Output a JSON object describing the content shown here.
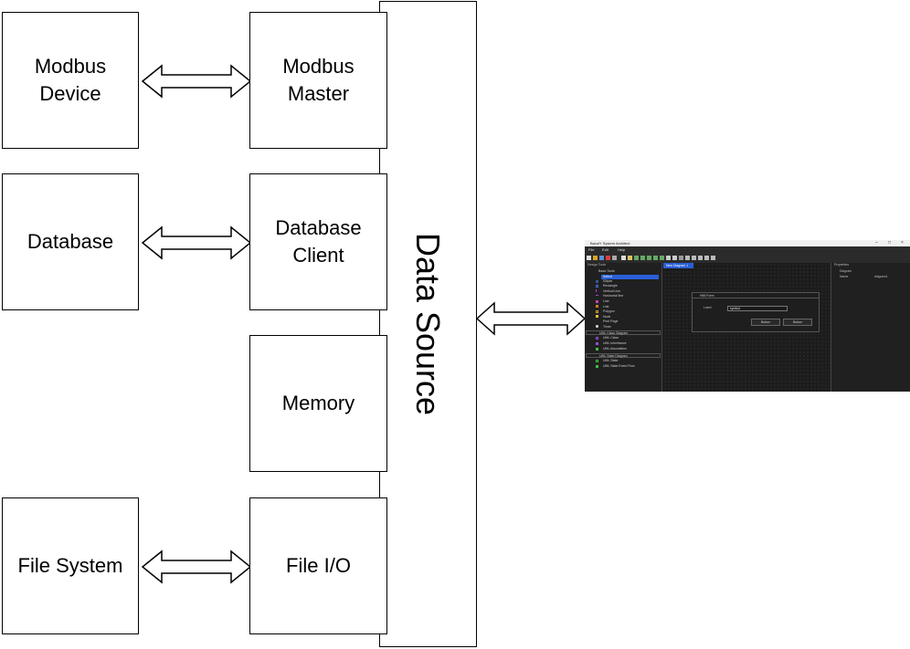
{
  "boxes": {
    "modbus_device": "Modbus\nDevice",
    "modbus_master": "Modbus\nMaster",
    "database": "Database",
    "database_client": "Database\nClient",
    "memory": "Memory",
    "file_system": "File System",
    "file_io": "File I/O"
  },
  "data_source": "Data Source",
  "screenshot": {
    "window_title": "BaculY System Architect",
    "menu": [
      "File",
      "Edit",
      "Help"
    ],
    "left_panel_title": "Design Tools",
    "basic_tools_header": "Basic Tools",
    "basic_tools": [
      "Select",
      "Ellipse",
      "Rectangle",
      "Vertical Line",
      "Horizontal line",
      "Line",
      "Link",
      "Polygon",
      "Node",
      "Print Page",
      "Timer"
    ],
    "uml_class_header": "UML Class Diagram",
    "uml_class_items": [
      "UML Class",
      "UML Inheritance",
      "UML Association"
    ],
    "uml_state_header": "UML State Diagram",
    "uml_state_items": [
      "UML State",
      "UML State Event Flow"
    ],
    "tab_label": "New Diagram 1",
    "form_title": "HMI Form",
    "form_label": "Label",
    "form_input_value": "symbol",
    "button_1": "Button",
    "button_2": "Button",
    "properties_title": "Properties",
    "prop_section": "Diagram",
    "prop_name_label": "Name",
    "prop_name_value": "diagram1"
  }
}
